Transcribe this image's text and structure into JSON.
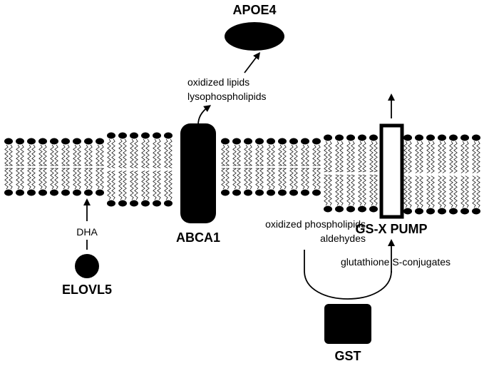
{
  "labels": {
    "apoe4": "APOE4",
    "oxidized_lipids": "oxidized lipids",
    "lysophospholipids": "lysophospholipids",
    "abca1": "ABCA1",
    "dha": "DHA",
    "elovl5": "ELOVL5",
    "oxidized_phospholipids": "oxidized phospholipids",
    "aldehydes": "aldehydes",
    "gsx_pump": "GS-X PUMP",
    "glutathione": "glutathione S-conjugates",
    "gst": "GST"
  },
  "colors": {
    "ink": "#000000",
    "background": "#ffffff"
  }
}
